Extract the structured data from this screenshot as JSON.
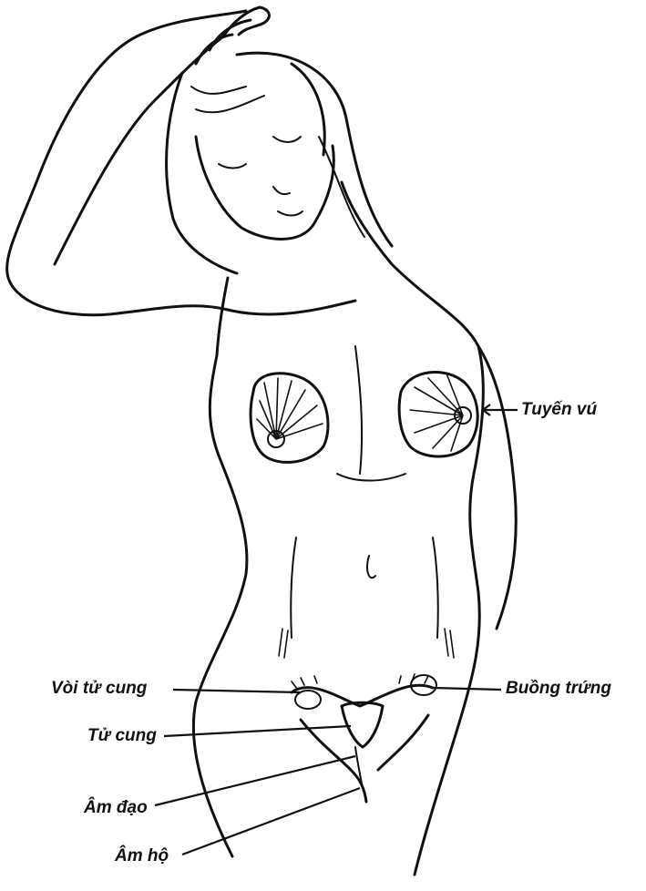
{
  "labels": {
    "breast": "Tuyến vú",
    "fallopian_tube": "Vòi tử cung",
    "ovary": "Buồng trứng",
    "uterus": "Tử cung",
    "vagina": "Âm đạo",
    "vulva": "Âm hộ"
  },
  "colors": {
    "ink": "#111111",
    "background": "#ffffff"
  }
}
